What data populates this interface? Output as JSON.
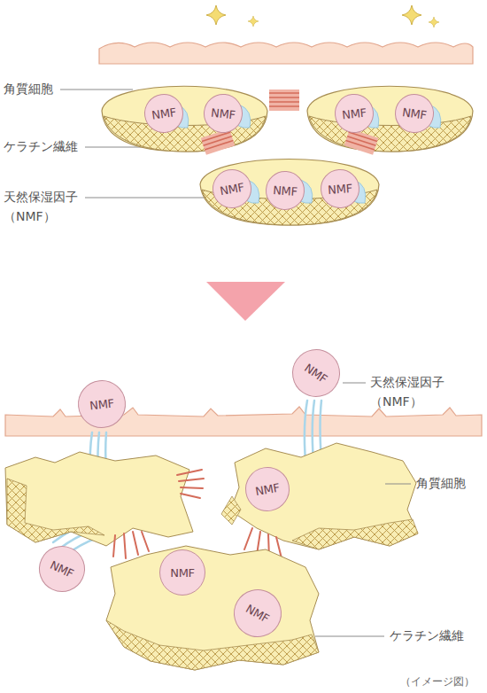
{
  "diagram": {
    "caption": "（イメージ図）",
    "nodes": [
      {
        "text": [
          "NMF"
        ]
      },
      {
        "text": [
          "NMF"
        ]
      },
      {
        "text": [
          "NMF"
        ]
      },
      {
        "text": [
          "NMF"
        ]
      },
      {
        "text": [
          "NMF"
        ]
      },
      {
        "text": [
          "NMF"
        ]
      },
      {
        "text": [
          "NMF"
        ]
      },
      {
        "text": [
          "NMF"
        ]
      },
      {
        "text": [
          "NMF"
        ]
      },
      {
        "text": [
          "NMF"
        ]
      },
      {
        "text": [
          "NMF"
        ]
      },
      {
        "text": [
          "NMF"
        ]
      },
      {
        "text": [
          "NMF"
        ]
      }
    ],
    "labels": [
      "角質細胞",
      "ケラチン繊維",
      "天然保湿因子 （NMF）",
      "天然保湿因子 （NMF）",
      "角質細胞",
      "ケラチン繊維"
    ]
  }
}
